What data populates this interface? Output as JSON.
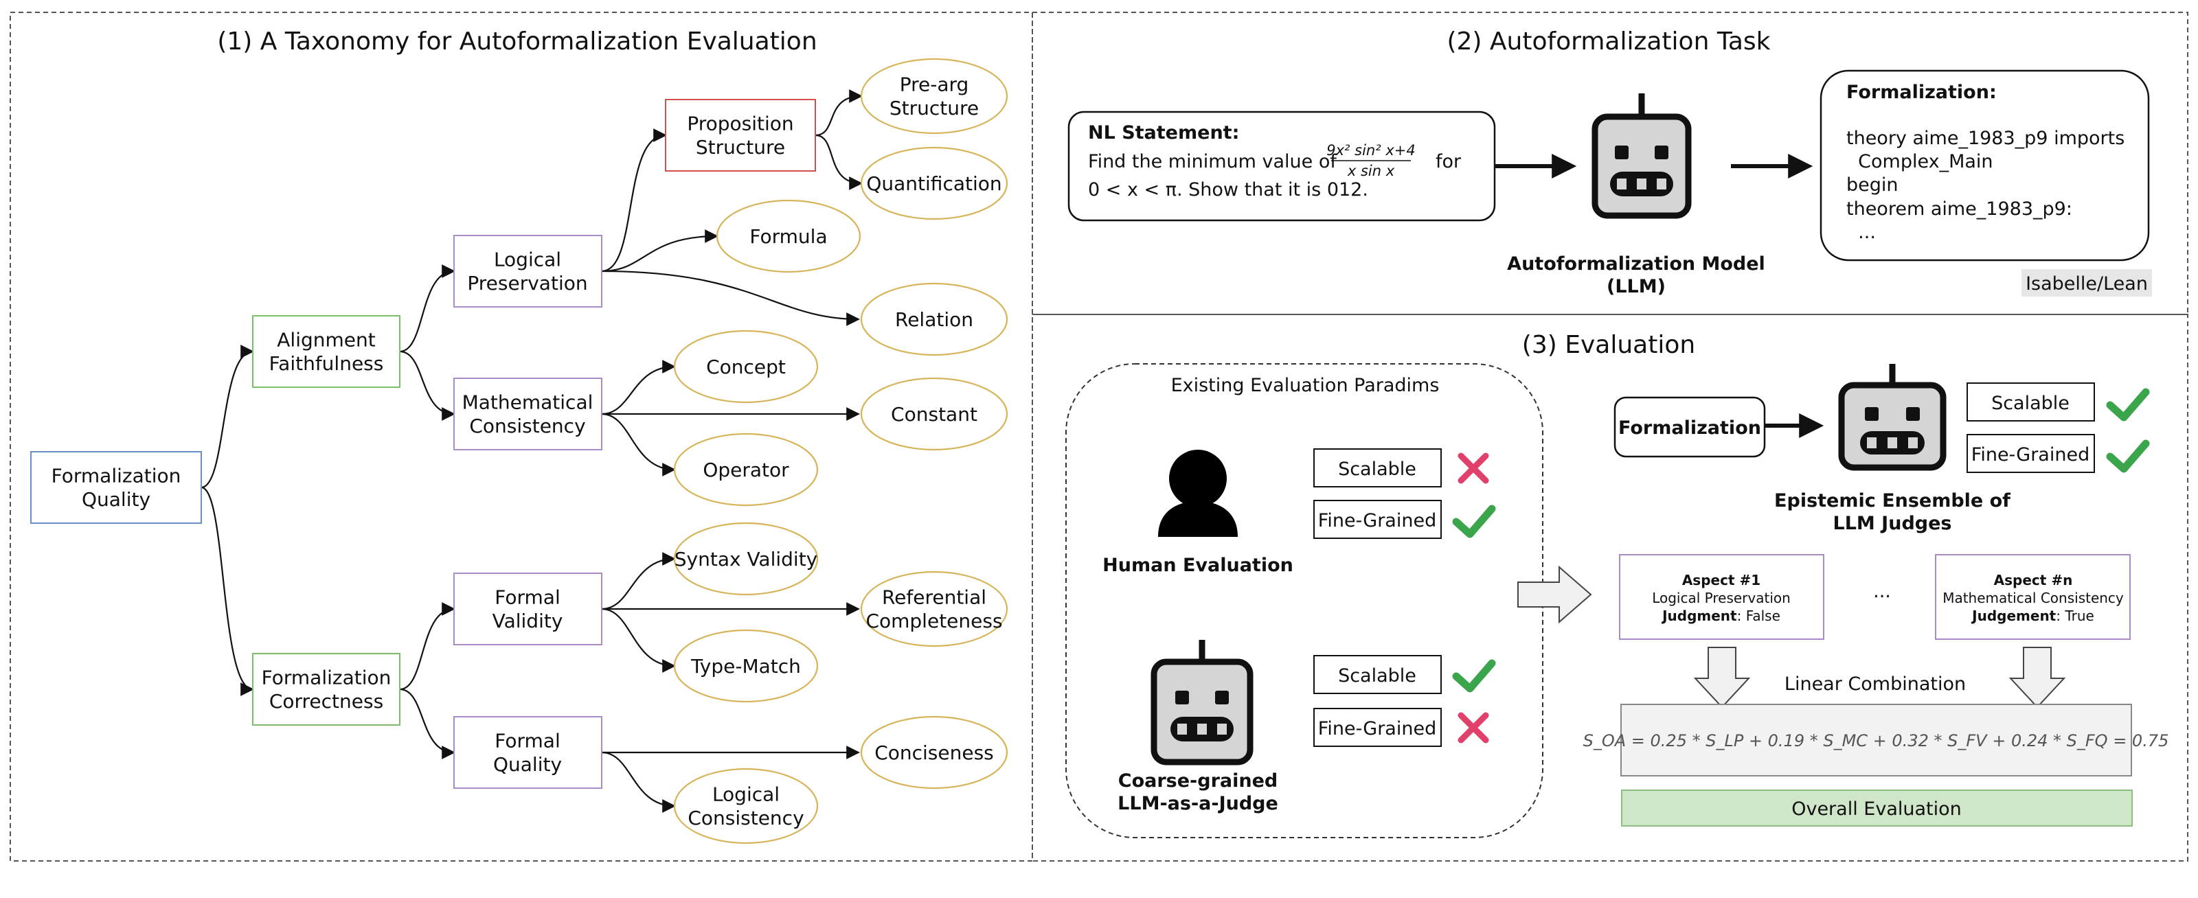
{
  "taxonomy": {
    "title": "(1) A Taxonomy for Autoformalization Evaluation",
    "root": "Formalization\nQuality",
    "alignment": "Alignment\nFaithfulness",
    "correctness": "Formalization\nCorrectness",
    "logical_preservation": "Logical\nPreservation",
    "math_consistency": "Mathematical\nConsistency",
    "formal_validity": "Formal\nValidity",
    "formal_quality": "Formal\nQuality",
    "proposition_structure": "Proposition\nStructure",
    "pre_arg": "Pre-arg\nStructure",
    "quantification": "Quantification",
    "formula": "Formula",
    "relation": "Relation",
    "concept": "Concept",
    "constant": "Constant",
    "operator": "Operator",
    "syntax_validity": "Syntax Validity",
    "referential_completeness": "Referential\nCompleteness",
    "type_match": "Type-Match",
    "conciseness": "Conciseness",
    "logical_consistency": "Logical\nConsistency",
    "colors": {
      "root": "#6a8fc4",
      "level1": "#7bbf6a",
      "level2": "#a98bc8",
      "level3": "#d0504f",
      "leaf": "#d6b45a"
    }
  },
  "task": {
    "title": "(2) Autoformalization Task",
    "nl_label": "NL Statement:",
    "nl_line1": "Find the minimum value of",
    "frac_num": "9x² sin² x+4",
    "frac_den": "x sin x",
    "nl_line1_end": "for",
    "nl_line2": "0 < x < π. Show that it is 012.",
    "model_label": "Autoformalization Model\n(LLM)",
    "formalization_label": "Formalization:",
    "code_lines": [
      "theory aime_1983_p9 imports",
      "  Complex_Main",
      "begin",
      "theorem aime_1983_p9:",
      "  ..."
    ],
    "lang_tag": "Isabelle/Lean"
  },
  "evaluation": {
    "title": "(3) Evaluation",
    "existing_title": "Existing Evaluation Paradims",
    "human_label": "Human Evaluation",
    "coarse_label": "Coarse-grained\nLLM-as-a-Judge",
    "scalable": "Scalable",
    "fine_grained": "Fine-Grained",
    "formalization_box": "Formalization",
    "ensemble_label": "Epistemic Ensemble of\nLLM Judges",
    "aspect1_title": "Aspect #1",
    "aspect1_name": "Logical Preservation",
    "aspect1_judgment_key": "Judgment",
    "aspect1_judgment_val": ": False",
    "aspectn_title": "Aspect #n",
    "aspectn_name": "Mathematical Consistency",
    "aspectn_judgment_key": "Judgement",
    "aspectn_judgment_val": ": True",
    "ellipsis": "...",
    "linear_combination": "Linear Combination",
    "formula": "S_OA = 0.25 * S_LP + 0.19 * S_MC + 0.32 * S_FV + 0.24 * S_FQ = 0.75",
    "overall": "Overall Evaluation",
    "colors": {
      "check": "#3aa54a",
      "cross": "#e0406a",
      "aspect_border": "#a98bc8",
      "overall_fill": "#cfe6c8"
    }
  }
}
